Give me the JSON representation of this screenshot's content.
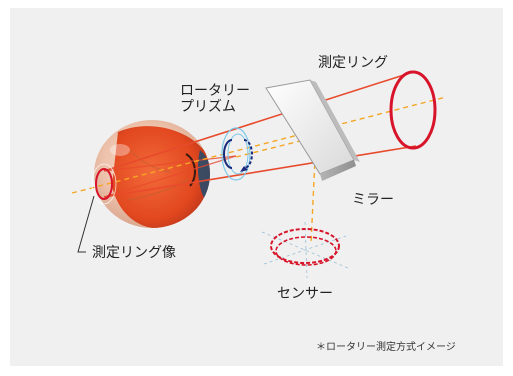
{
  "labels": {
    "measurement_ring": "測定リング",
    "rotary_prism": "ロータリー\nプリズム",
    "mirror": "ミラー",
    "ring_image": "測定リング像",
    "sensor": "センサー"
  },
  "footnote": "＊ロータリー測定方式イメージ",
  "colors": {
    "panel": "#f0f0f0",
    "beam": "#e84a2c",
    "ring": "#d7142a",
    "optical_axis": "#f5a623",
    "prism_arrow": "#1b2a7a"
  }
}
